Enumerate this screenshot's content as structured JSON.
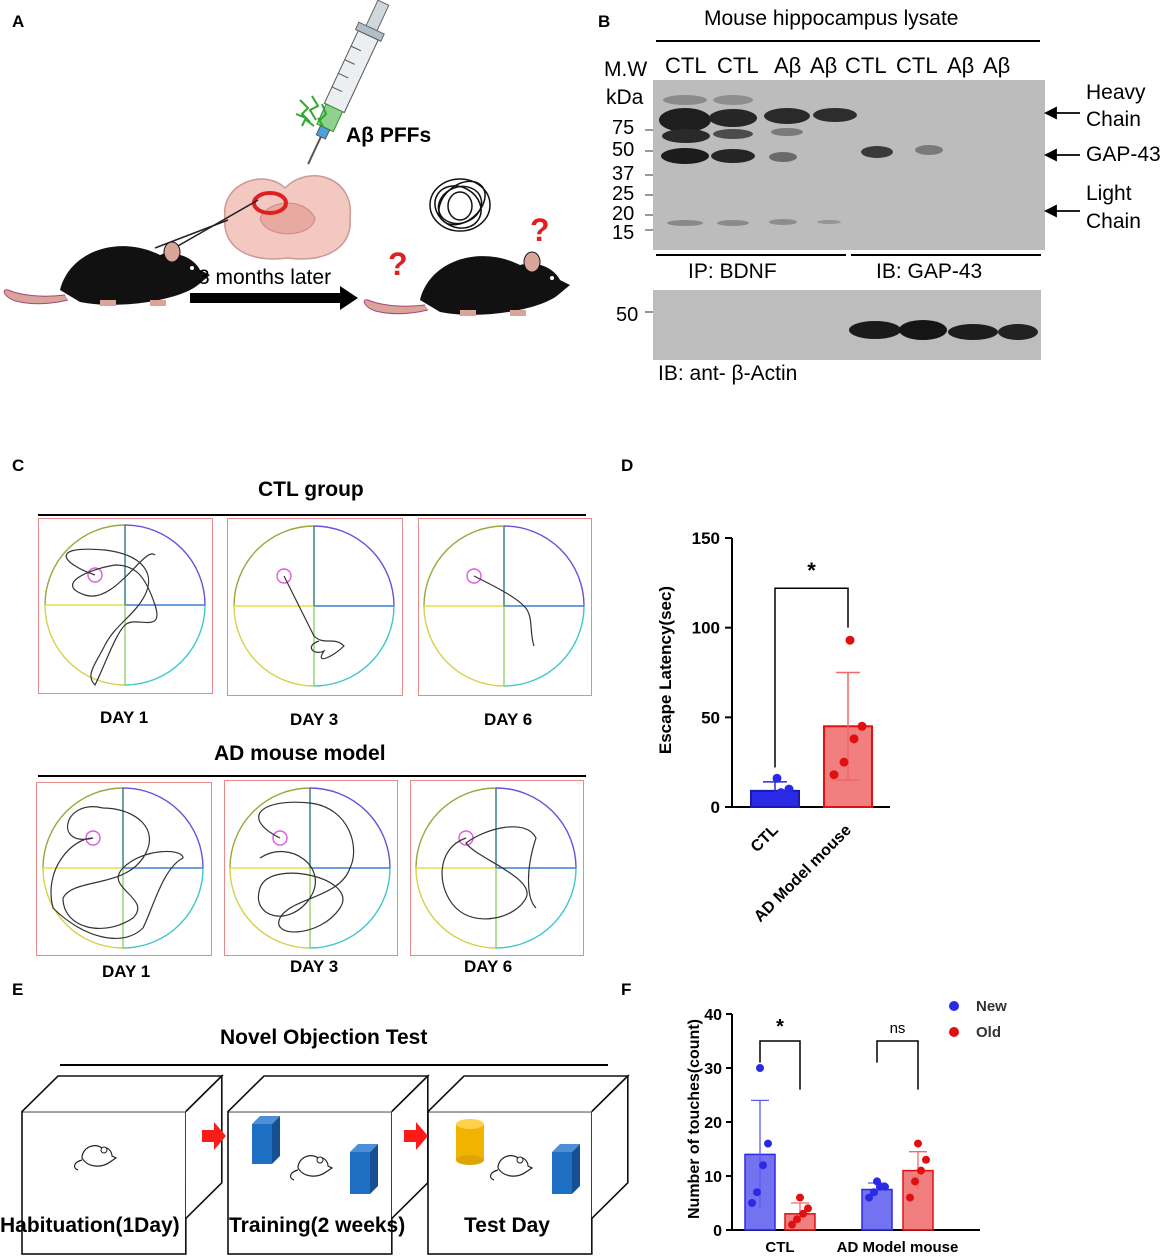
{
  "panels": {
    "a": "A",
    "b": "B",
    "c": "C",
    "d": "D",
    "e": "E",
    "f": "F"
  },
  "panel_a": {
    "injectate": "Aβ PFFs",
    "timeline": "3 months later",
    "question_mark": "?"
  },
  "panel_b": {
    "title": "Mouse hippocampus lysate",
    "mw_label": "M.W",
    "unit_label": "kDa",
    "lanes": [
      "CTL",
      "CTL",
      "Aβ",
      "Aβ",
      "CTL",
      "CTL",
      "Aβ",
      "Aβ"
    ],
    "markers": [
      "75",
      "50",
      "37",
      "25",
      "20",
      "15"
    ],
    "actin_marker": "50",
    "band_labels": {
      "heavy1": "Heavy",
      "heavy2": "Chain",
      "gap": "GAP-43",
      "light1": "Light",
      "light2": "Chain"
    },
    "ip_label": "IP: BDNF",
    "ib_label": "IB: GAP-43",
    "actin_label": "IB: ant- β-Actin"
  },
  "panel_c": {
    "ctl_title": "CTL group",
    "ad_title": "AD mouse model",
    "days": [
      "DAY 1",
      "DAY 3",
      "DAY 6"
    ]
  },
  "panel_e": {
    "title": "Novel Objection Test",
    "stages": [
      "Habituation(1Day)",
      "Training(2 weeks)",
      "Test Day"
    ]
  },
  "chart_data": [
    {
      "type": "bar",
      "panel": "D",
      "categories": [
        "CTL",
        "AD Model mouse"
      ],
      "values": [
        9,
        45
      ],
      "error": [
        5,
        30
      ],
      "points": [
        [
          5,
          6,
          8,
          10,
          16
        ],
        [
          18,
          25,
          38,
          45,
          93
        ]
      ],
      "ylabel": "Escape Latency(sec)",
      "ylim": [
        0,
        150
      ],
      "yticks": [
        "0",
        "50",
        "100",
        "150"
      ],
      "significance": "*",
      "colors": [
        "#2a2ae6",
        "#f06868"
      ]
    },
    {
      "type": "bar",
      "panel": "F",
      "categories": [
        "CTL",
        "AD Model mouse"
      ],
      "series": [
        {
          "name": "New",
          "values": [
            14,
            7.5
          ],
          "error": [
            10,
            1.2
          ],
          "points": [
            [
              5,
              7,
              12,
              16,
              30
            ],
            [
              6,
              7,
              8,
              8,
              9
            ]
          ],
          "color": "#5b5bf0"
        },
        {
          "name": "Old",
          "values": [
            3,
            11
          ],
          "error": [
            2,
            3.5
          ],
          "points": [
            [
              1,
              2,
              3,
              4,
              6
            ],
            [
              6,
              9,
              11,
              13,
              16
            ]
          ],
          "color": "#f06868"
        }
      ],
      "ylabel": "Number of touches(count)",
      "ylim": [
        0,
        40
      ],
      "yticks": [
        "0",
        "10",
        "20",
        "30",
        "40"
      ],
      "significance": [
        "*",
        "ns"
      ]
    }
  ]
}
